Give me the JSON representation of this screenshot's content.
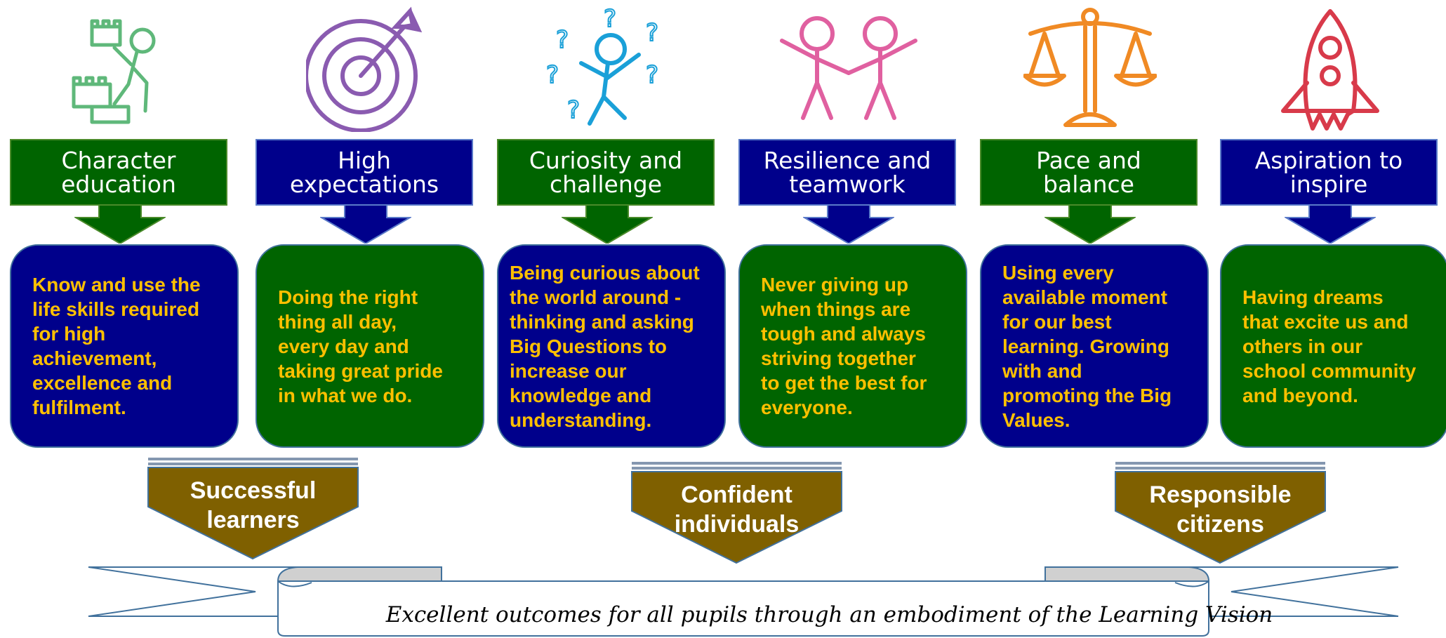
{
  "columns": [
    {
      "title": "Character education",
      "title_lines": [
        "Character",
        "education"
      ],
      "header_color": "green",
      "box_color": "blue",
      "icon": "climbing-person-icon",
      "text_lines": [
        "Know and use the",
        "life skills required",
        "for high",
        "achievement,",
        "excellence and",
        "fulfilment."
      ]
    },
    {
      "title": "High expectations",
      "title_lines": [
        "High",
        "expectations"
      ],
      "header_color": "blue",
      "box_color": "green",
      "icon": "target-icon",
      "text_lines": [
        "Doing the right",
        "thing all day,",
        "every day and",
        "taking great pride",
        "in what we do."
      ]
    },
    {
      "title": "Curiosity and challenge",
      "title_lines": [
        "Curiosity and",
        "challenge"
      ],
      "header_color": "green",
      "box_color": "blue",
      "icon": "question-person-icon",
      "text_lines": [
        "Being curious about",
        "the world around  -",
        "thinking and asking",
        "Big Questions to",
        "increase our",
        "knowledge and",
        "understanding."
      ]
    },
    {
      "title": "Resilience and teamwork",
      "title_lines": [
        "Resilience and",
        "teamwork"
      ],
      "header_color": "blue",
      "box_color": "green",
      "icon": "two-people-icon",
      "text_lines": [
        "Never giving up",
        "when things are",
        "tough and always",
        "striving together",
        "to get the best for",
        "everyone."
      ]
    },
    {
      "title": "Pace and balance",
      "title_lines": [
        "Pace and",
        "balance"
      ],
      "header_color": "green",
      "box_color": "blue",
      "icon": "scales-icon",
      "text_lines": [
        "Using every",
        "available moment",
        "for our best",
        "learning.  Growing",
        "with and",
        "promoting the Big",
        "Values."
      ]
    },
    {
      "title": "Aspiration to inspire",
      "title_lines": [
        "Aspiration to",
        "inspire"
      ],
      "header_color": "blue",
      "box_color": "green",
      "icon": "rocket-icon",
      "text_lines": [
        "Having dreams",
        "that excite us and",
        "others in our",
        "school community",
        "and beyond."
      ]
    }
  ],
  "outcomes": [
    {
      "lines": [
        "Successful",
        "learners"
      ]
    },
    {
      "lines": [
        "Confident",
        "individuals"
      ]
    },
    {
      "lines": [
        "Responsible",
        "citizens"
      ]
    }
  ],
  "banner": {
    "text": "Excellent outcomes for all pupils through an embodiment of the Learning Vision"
  },
  "colors": {
    "green": "#006400",
    "blue": "#00008b",
    "gold_text": "#ffc000",
    "outcome_fill": "#7f6000"
  }
}
